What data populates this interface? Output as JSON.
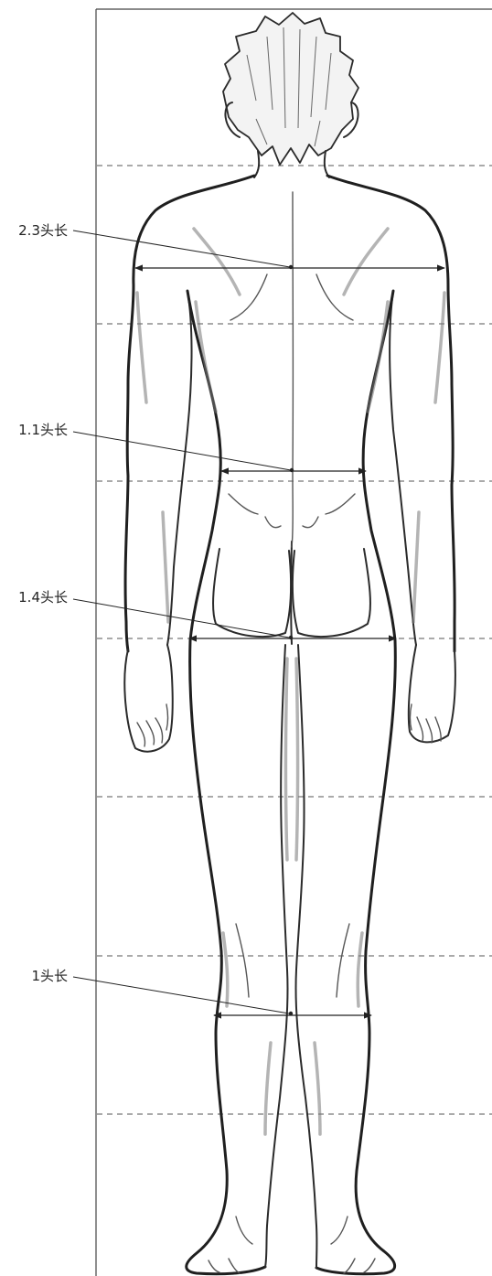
{
  "annotations": [
    {
      "label": "2.3头长"
    },
    {
      "label": "1.1头长"
    },
    {
      "label": "1.4头长"
    },
    {
      "label": "1头长"
    }
  ]
}
